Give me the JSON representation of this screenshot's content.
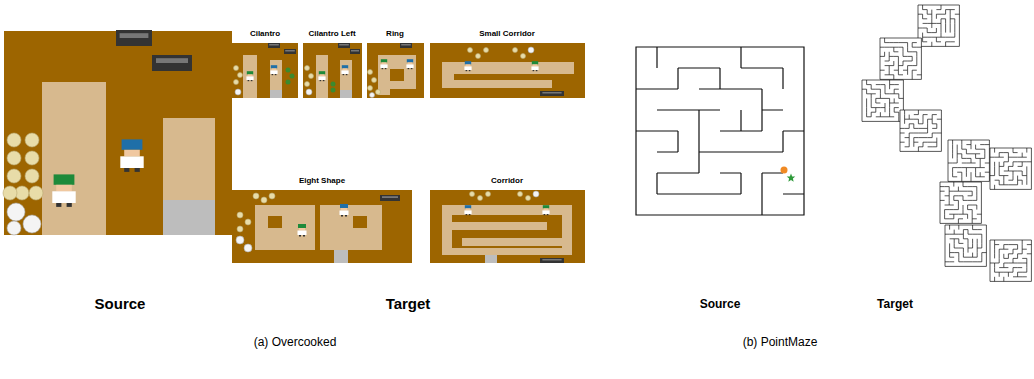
{
  "diagram": {
    "labels": [
      "Cilantro",
      "Cilantro Left",
      "Ring",
      "Small Corridor",
      "Eight Shape",
      "Corridor",
      "Source",
      "Target",
      "(a) Overcooked",
      "Source",
      "Target",
      "(b) PointMaze"
    ]
  }
}
